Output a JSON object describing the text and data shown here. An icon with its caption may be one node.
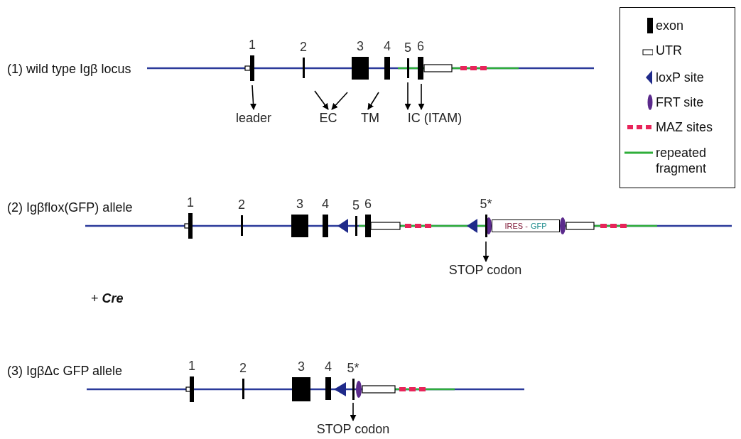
{
  "diagram": {
    "nodes": [
      {
        "text": [
          "1"
        ]
      },
      {
        "text": [
          "2"
        ]
      },
      {
        "text": [
          "3"
        ]
      },
      {
        "text": [
          "4"
        ]
      },
      {
        "text": [
          "5"
        ]
      },
      {
        "text": [
          "6"
        ]
      },
      {
        "text": [
          "leader"
        ]
      },
      {
        "text": [
          "EC"
        ]
      },
      {
        "text": [
          "TM"
        ]
      },
      {
        "text": [
          "IC (ITAM)"
        ]
      },
      {
        "text": [
          "1"
        ]
      },
      {
        "text": [
          "2"
        ]
      },
      {
        "text": [
          "3"
        ]
      },
      {
        "text": [
          "4"
        ]
      },
      {
        "text": [
          "5"
        ]
      },
      {
        "text": [
          "6"
        ]
      },
      {
        "text": [
          "5*"
        ]
      },
      {
        "text": [
          "IRES -",
          "GFP"
        ]
      },
      {
        "text": [
          "STOP codon"
        ]
      },
      {
        "text": [
          "1"
        ]
      },
      {
        "text": [
          "2"
        ]
      },
      {
        "text": [
          "3"
        ]
      },
      {
        "text": [
          "4"
        ]
      },
      {
        "text": [
          "5*"
        ]
      },
      {
        "text": [
          "STOP codon"
        ]
      }
    ],
    "edges": [
      {
        "from": 0,
        "to": 6,
        "arrow": "to"
      },
      {
        "from": 1,
        "to": 7,
        "arrow": "to"
      },
      {
        "from": 2,
        "to": 7,
        "arrow": "to"
      },
      {
        "from": 3,
        "to": 8,
        "arrow": "to"
      },
      {
        "from": 4,
        "to": 9,
        "arrow": "to"
      },
      {
        "from": 5,
        "to": 9,
        "arrow": "to"
      },
      {
        "from": 16,
        "to": 18,
        "arrow": "to"
      },
      {
        "from": 23,
        "to": 24,
        "arrow": "to"
      }
    ],
    "labels": [
      "(1) wild type Igβ locus",
      "(2) Igβflox(GFP) allele",
      "+ **Cre**",
      "(3) IgβΔc GFP allele"
    ],
    "legend": [
      {
        "text": "exon"
      },
      {
        "text": "UTR"
      },
      {
        "text": "loxP site"
      },
      {
        "text": "FRT site"
      },
      {
        "text": "MAZ sites"
      },
      {
        "text": "repeated fragment"
      }
    ]
  }
}
